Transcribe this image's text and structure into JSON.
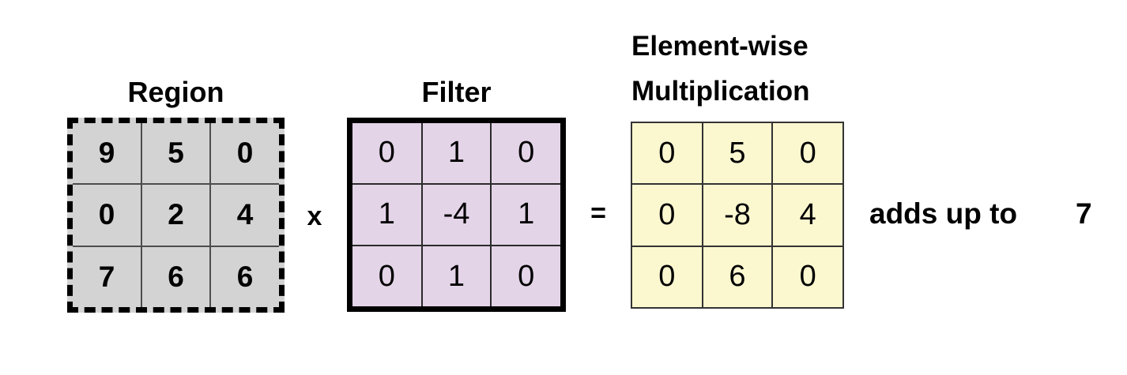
{
  "region": {
    "title": "Region",
    "values": [
      [
        "9",
        "5",
        "0"
      ],
      [
        "0",
        "2",
        "4"
      ],
      [
        "7",
        "6",
        "6"
      ]
    ],
    "fill": "#d3d3d3",
    "border_style": "dashed-black"
  },
  "filter": {
    "title": "Filter",
    "values": [
      [
        "0",
        "1",
        "0"
      ],
      [
        "1",
        "-4",
        "1"
      ],
      [
        "0",
        "1",
        "0"
      ]
    ],
    "fill": "#e4d4e8",
    "border_style": "solid-black-thick"
  },
  "product": {
    "title_line1": "Element-wise",
    "title_line2": "Multiplication",
    "values": [
      [
        "0",
        "5",
        "0"
      ],
      [
        "0",
        "-8",
        "4"
      ],
      [
        "0",
        "6",
        "0"
      ]
    ],
    "fill": "#fbf8d0",
    "border_style": "thin-dark"
  },
  "operators": {
    "multiply": "x",
    "equals": "="
  },
  "result": {
    "label": "adds up to",
    "value": "7"
  }
}
